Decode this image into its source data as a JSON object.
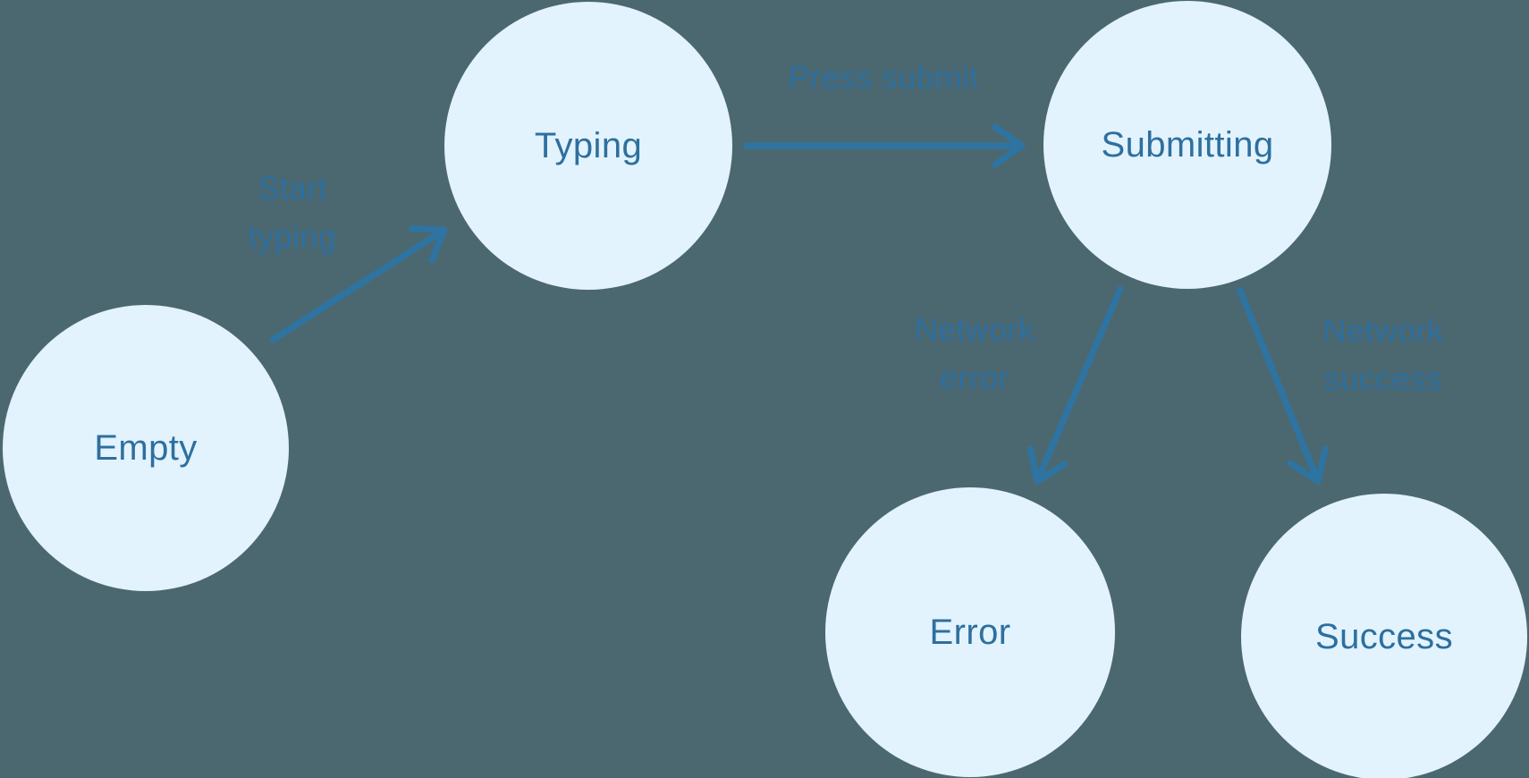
{
  "diagram": {
    "type": "state-machine",
    "colors": {
      "background": "#4b6871",
      "node_fill": "#e2f3fd",
      "node_text": "#2e6f9e",
      "edge_label_text": "#2e6f9e",
      "arrow": "#2e74a3"
    },
    "nodes": [
      {
        "id": "empty",
        "label": "Empty"
      },
      {
        "id": "typing",
        "label": "Typing"
      },
      {
        "id": "submitting",
        "label": "Submitting"
      },
      {
        "id": "error",
        "label": "Error"
      },
      {
        "id": "success",
        "label": "Success"
      }
    ],
    "edges": [
      {
        "from": "Empty",
        "to": "Typing",
        "label": "Start\ntyping"
      },
      {
        "from": "Typing",
        "to": "Submitting",
        "label": "Press submit"
      },
      {
        "from": "Submitting",
        "to": "Error",
        "label": "Network\nerror"
      },
      {
        "from": "Submitting",
        "to": "Success",
        "label": "Network\nsuccess"
      }
    ]
  }
}
